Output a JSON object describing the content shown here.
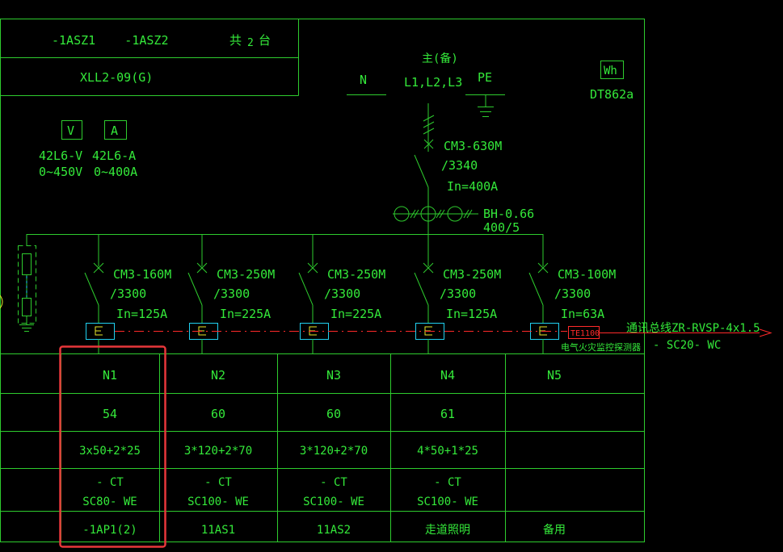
{
  "colors": {
    "background": "#000000",
    "line": "#2ecc2e",
    "text": "#34e93a",
    "red": "#ff2a2a",
    "cyan": "#20d0f0",
    "yellow": "#e8e82a",
    "highlight": "#e8373a"
  },
  "header": {
    "cabinet_ids": "-1ASZ1    -1ASZ2",
    "count_prefix": "共",
    "count_num": "2",
    "count_suffix": "台",
    "model": "XLL2-09(G)"
  },
  "incoming": {
    "main_label": "主(备)",
    "neutral": "N",
    "phases": "L1,L2,L3",
    "earth": "PE",
    "breaker_model": "CM3-630M",
    "breaker_type": "/3340",
    "breaker_current": "In=400A",
    "ct_model": "BH-0.66",
    "ct_ratio": "400/5"
  },
  "meters": {
    "energy_meter_symbol": "Wh",
    "energy_meter_model": "DT862a",
    "voltmeter_symbol": "V",
    "ammeter_symbol": "A",
    "voltmeter_model": "42L6-V",
    "ammeter_model": "42L6-A",
    "voltmeter_range": "0~450V",
    "ammeter_range": "0~400A"
  },
  "branches": [
    {
      "breaker": "CM3-160M",
      "type": "/3300",
      "current": "In=125A"
    },
    {
      "breaker": "CM3-250M",
      "type": "/3300",
      "current": "In=225A"
    },
    {
      "breaker": "CM3-250M",
      "type": "/3300",
      "current": "In=225A"
    },
    {
      "breaker": "CM3-250M",
      "type": "/3300",
      "current": "In=125A"
    },
    {
      "breaker": "CM3-100M",
      "type": "/3300",
      "current": "In=63A"
    }
  ],
  "fire_monitor": {
    "module": "TE1100",
    "module_desc": "电气火灾监控探测器",
    "comm_line": "通讯总线ZR-RVSP-4x1.5",
    "conduit": "- SC20- WC"
  },
  "table": {
    "circuit": [
      "N1",
      "N2",
      "N3",
      "N4",
      "N5"
    ],
    "power": [
      "54",
      "60",
      "60",
      "61",
      ""
    ],
    "cable": [
      "3x50+2*25",
      "3*120+2*70",
      "3*120+2*70",
      "4*50+1*25",
      ""
    ],
    "laying_line1": [
      "- CT",
      "- CT",
      "- CT",
      "- CT",
      ""
    ],
    "laying_line2": [
      "SC80- WE",
      "SC100- WE",
      "SC100- WE",
      "SC100- WE",
      ""
    ],
    "destination": [
      "-1AP1(2)",
      "11AS1",
      "11AS2",
      "走道照明",
      "备用"
    ]
  }
}
